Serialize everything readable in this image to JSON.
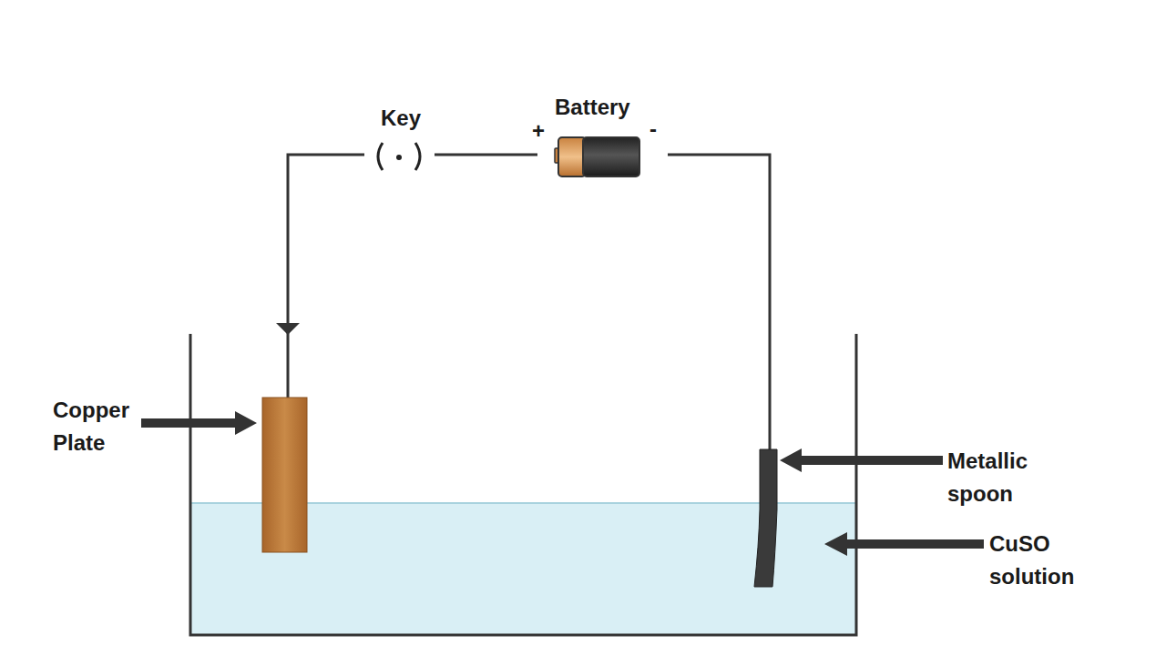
{
  "diagram": {
    "labels": [
      "Key",
      "Battery",
      "+",
      "-",
      "Copper Plate",
      "Metallic spoon",
      "CuSO solution"
    ]
  }
}
